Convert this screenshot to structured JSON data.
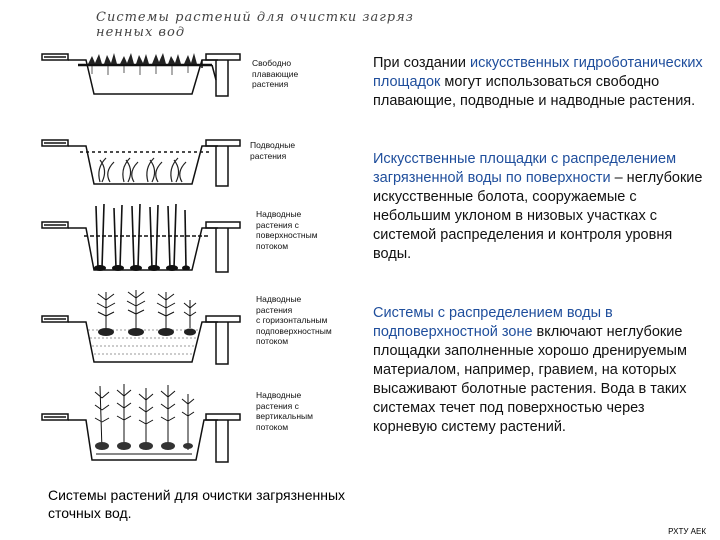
{
  "handwritten_title": {
    "line1": "Системы растений для очистки загряз",
    "line2": "ненных вод"
  },
  "diagrams": [
    {
      "label": "Свободно\nплавающие\nрастения"
    },
    {
      "label": "Подводные\nрастения"
    },
    {
      "label": "Надводные\nрастения с\nповерхностным\nпотоком"
    },
    {
      "label": "Надводные\nрастения\nс горизонтальным\nподповерхностным\nпотоком"
    },
    {
      "label": "Надводные\nрастения с\nвертикальным\nпотоком"
    }
  ],
  "paragraphs": {
    "p1": {
      "before": "При создании ",
      "highlight": "искусственных гидроботанических площадок",
      "after": " могут использоваться свободно плавающие, подводные и надводные растения."
    },
    "p2": {
      "highlight": "Искусственные площадки с распределением загрязненной воды по поверхности",
      "after": " – неглубокие искусственные болота, сооружаемые с небольшим уклоном в низовых участках с системой распределения и контроля уровня воды."
    },
    "p3": {
      "highlight": "Системы с распределением воды в подповерхностной зоне",
      "after": " включают неглубокие площадки заполненные хорошо дренируемым материалом, например, гравием, на которых высаживают болотные растения. Вода в таких системах течет под поверхностью через корневую систему растений."
    }
  },
  "caption": "Системы растений для очистки загрязненных сточных вод.",
  "footer": "РХТУ АЕК",
  "colors": {
    "highlight": "#1f4e9c",
    "text": "#111111"
  }
}
